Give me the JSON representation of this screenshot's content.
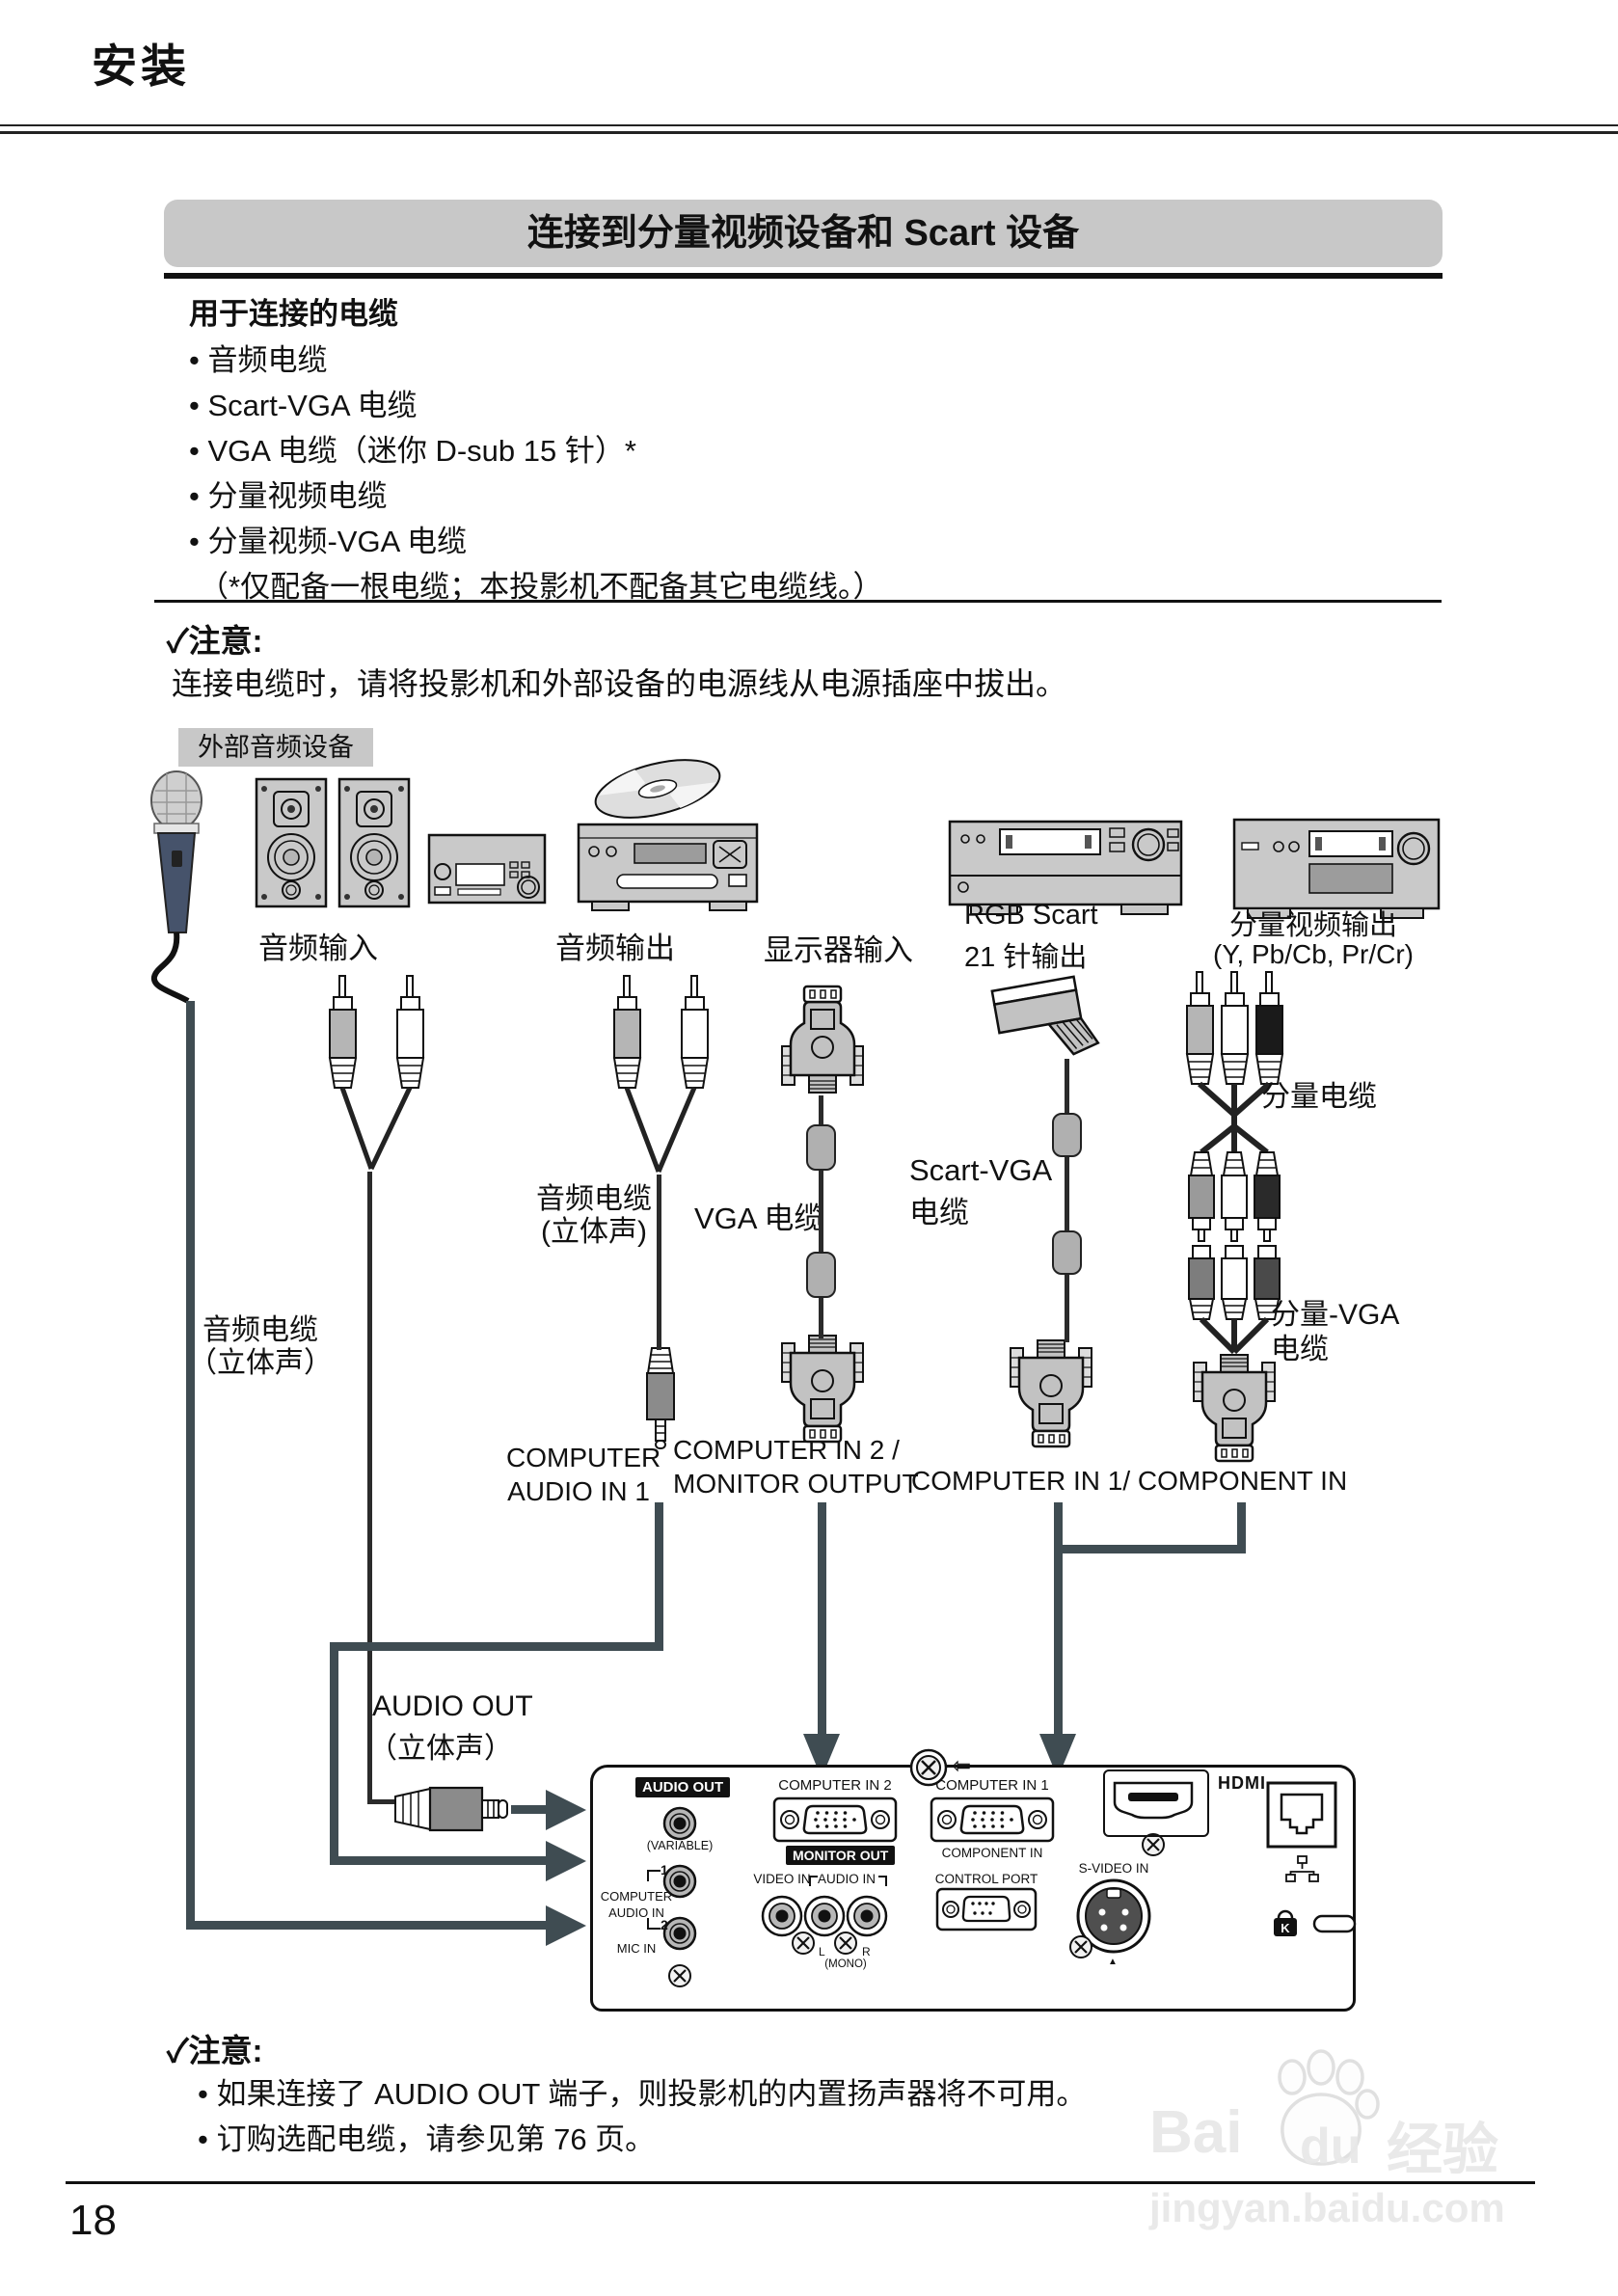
{
  "page": {
    "section_header": "安装",
    "number": "18"
  },
  "title": "连接到分量视频设备和 Scart 设备",
  "cables": {
    "heading": "用于连接的电缆",
    "items": [
      "• 音频电缆",
      "• Scart-VGA 电缆",
      "• VGA 电缆（迷你 D-sub 15 针）*",
      "• 分量视频电缆",
      "• 分量视频-VGA 电缆"
    ],
    "footnote": "（*仅配备一根电缆；本投影机不配备其它电缆线。）"
  },
  "note_top": {
    "label": "✓注意:",
    "body": "连接电缆时，请将投影机和外部设备的电源线从电源插座中拔出。"
  },
  "diagram": {
    "external_audio": "外部音频设备",
    "audio_in": "音频输入",
    "audio_out": "音频输出",
    "monitor_in": "显示器输入",
    "rgb_scart_1": "RGB Scart",
    "rgb_scart_2": "21 针输出",
    "component_out_1": "分量视频输出",
    "component_out_2": "(Y, Pb/Cb, Pr/Cr)",
    "audio_cable_l1": "音频电缆",
    "audio_cable_l2": "（立体声）",
    "audio_cable_m1": "音频电缆",
    "audio_cable_m2": "(立体声)",
    "vga_cable": "VGA 电缆",
    "scart_vga_1": "Scart-VGA",
    "scart_vga_2": "电缆",
    "component_cable": "分量电缆",
    "component_vga_1": "分量-VGA",
    "component_vga_2": "电缆",
    "audio_out_jack_1": "AUDIO OUT",
    "audio_out_jack_2": "（立体声）",
    "computer_audio_1": "COMPUTER",
    "computer_audio_2": "AUDIO IN 1",
    "computer_in2_1": "COMPUTER IN 2 /",
    "computer_in2_2": "MONITOR OUTPUT",
    "computer_in1": "COMPUTER IN 1/ COMPONENT IN"
  },
  "panel": {
    "audio_out": "AUDIO OUT",
    "variable": "(VARIABLE)",
    "computer_in2": "COMPUTER IN 2",
    "monitor_out": "MONITOR OUT",
    "computer_in1": "COMPUTER IN 1",
    "component_in": "COMPONENT IN",
    "computer": "COMPUTER",
    "audio_in_group": "AUDIO IN",
    "n1": "1",
    "n2": "2",
    "mic_in": "MIC IN",
    "video_in": "VIDEO IN",
    "audio_in": "AUDIO IN",
    "l": "L",
    "r": "R",
    "mono": "(MONO)",
    "control_port": "CONTROL PORT",
    "s_video_in": "S-VIDEO IN",
    "hdmi": "HDMI",
    "k": "K",
    "arrow_left": "⇦",
    "triangle": "▲"
  },
  "note_bottom": {
    "label": "✓注意:",
    "items": [
      "• 如果连接了 AUDIO OUT 端子，则投影机的内置扬声器将不可用。",
      "• 订购选配电缆，请参见第 76 页。"
    ]
  },
  "watermark": {
    "bai": "Bai",
    "du": "du",
    "jingyan": "经验",
    "url": "jingyan.baidu.com"
  },
  "colors": {
    "accent_line": "#3f4c52",
    "device_gray": "#c8c8c8"
  }
}
